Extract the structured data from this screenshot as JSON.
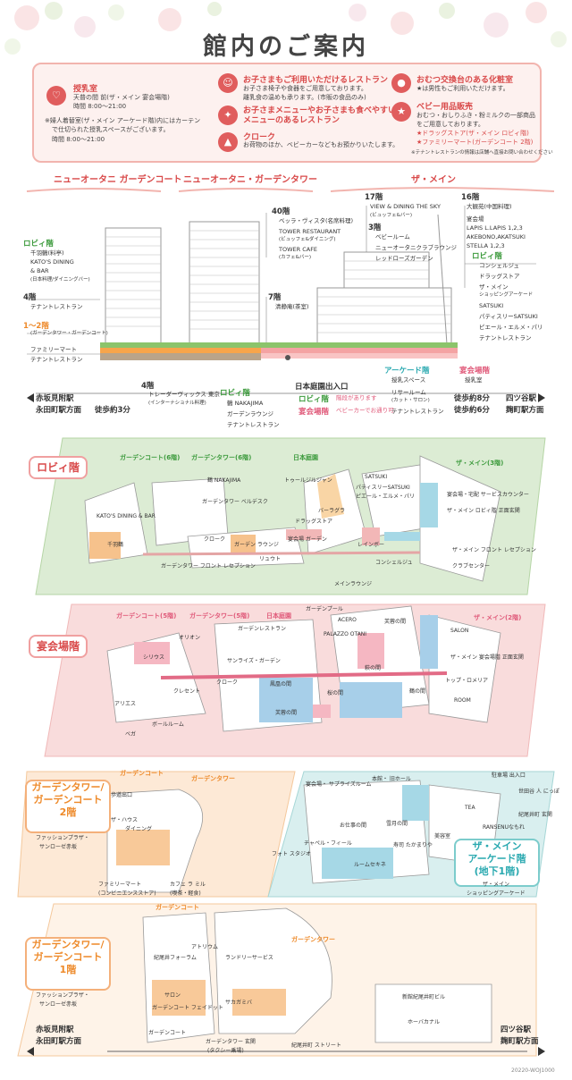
{
  "title": "館内のご案内",
  "info": {
    "nursing_title": "授乳室",
    "nursing_text1": "天普の間 前(ザ・メイン 宴会場階)",
    "nursing_text2": "時間 8:00～21:00",
    "nursing_text3": "※婦人着替室(ザ・メイン アーケード階)内にはカーテン",
    "nursing_text4": "で仕切られた授乳スペースがございます。",
    "nursing_text5": "時間 8:00～21:00",
    "kids_title": "お子さまもご利用いただけるレストラン",
    "kids_text1": "お子さま椅子や食器をご用意しております。",
    "kids_text2": "離乳食の温めも承ります。(市販の食品のみ)",
    "kidsmenu_title": "お子さまメニューやお子さまも食べやすい",
    "kidsmenu_title2": "メニューのあるレストラン",
    "cloak_title": "クローク",
    "cloak_text": "お荷物のほか、ベビーカーなどもお預かりいたします。",
    "diaper_title": "おむつ交換台のある化粧室",
    "diaper_text": "★は男性もご利用いただけます。",
    "baby_title": "ベビー用品販売",
    "baby_text1": "おむつ・おしりふき・粉ミルクの一部商品",
    "baby_text2": "をご用意しております。",
    "baby_text3": "★ドラッグストア(ザ・メイン ロビィ階)",
    "baby_text4": "★ファミリーマート(ガーデンコート 2階)",
    "note": "※テナントレストランの情報は店舗へ直接お問い合わせください"
  },
  "buildings": {
    "gardencourt": "ニューオータニ ガーデンコート",
    "gardentower": "ニューオータニ・ガーデンタワー",
    "main": "ザ・メイン"
  },
  "section": {
    "gc_lobby": "ロビィ階",
    "gc_lobby_items": [
      "千羽鶴(料亭)",
      "KATO'S DINING",
      "& BAR",
      "(日本料理/ダイニングバー)"
    ],
    "gc_4f": "4階",
    "gc_4f_item": "テナントレストラン",
    "gc_12f": "1～2階",
    "gc_12f_sub": "(ガーデンタワー・ガーデンコート)",
    "gc_12f_items": [
      "ファミリーマート",
      "テナントレストラン"
    ],
    "gt_40f": "40階",
    "gt_40f_items": [
      "ベッラ・ヴィスタ(名席料理)",
      "TOWER RESTAURANT",
      "(ビュッフェ&ダイニング)",
      "TOWER CAFE",
      "(カフェ&バー)"
    ],
    "gt_7f": "7階",
    "gt_7f_item": "清静庵(茶室)",
    "gt_4f": "4階",
    "gt_4f_items": [
      "トレーダーヴィックス 東京",
      "(インターナショナル料理)"
    ],
    "gt_lobby": "ロビィ階",
    "gt_lobby_items": [
      "鶴 NAKAJIMA",
      "ガーデンラウンジ",
      "テナントレストラン"
    ],
    "entrance": "日本庭園出入口",
    "m_17f": "17階",
    "m_17f_items": [
      "VIEW & DINING THE SKY",
      "(ビュッフェ&バー)"
    ],
    "m_16f": "16階",
    "m_16f_items": [
      "大観苑(中国料理)",
      "宴会場",
      "LAPIS L.LAPIS 1,2,3",
      "AKEBONO,AKATSUKI",
      "STELLA 1,2,3"
    ],
    "m_3f": "3階",
    "m_3f_items": [
      "ベビールーム",
      "ニューオータニクラブラウンジ",
      "レッドローズガーデン"
    ],
    "m_lobby": "ロビィ階",
    "m_lobby_items": [
      "コンシェルジュ",
      "ドラッグストア",
      "ザ・メイン",
      "ショッピングアーケード",
      "SATSUKI",
      "パティスリーSATSUKI",
      "ピエール・エルメ・パリ",
      "テナントレストラン"
    ],
    "m_arcade": "アーケード階",
    "m_arcade_items": [
      "授乳スペース",
      "リサールーム",
      "(カット・サロン)",
      "テナントレストラン"
    ],
    "m_banquet": "宴会場階",
    "m_banquet_item": "授乳室",
    "lobby_banquet": "ロビィ階",
    "lobby_banquet2": "宴会場階",
    "lobby_banquet_text": "階段があります",
    "lobby_banquet_text2": "ベビーカーでお通り可"
  },
  "walk": {
    "left1": "赤坂見附駅",
    "left2": "永田町駅方面",
    "left3": "徒歩約3分",
    "right1": "徒歩約8分",
    "right2": "徒歩約6分",
    "right3": "四ツ谷駅",
    "right4": "麹町駅方面"
  },
  "maps": {
    "lobby": {
      "title": "ロビィ階",
      "gc": "ガーデンコート(6階)",
      "gt": "ガーデンタワー(6階)",
      "jp": "日本庭園",
      "main": "ザ・メイン(3階)",
      "labels": [
        "KATO'S DINING & BAR",
        "千羽鶴",
        "鶴 NAKAJIMA",
        "ガーデンタワー ベルデスク",
        "トゥールジルジャン",
        "ドラッグストア",
        "宴会場・宅配 サービスカウンター",
        "ザ・メイン ロビィ階 正面玄関",
        "ガーデン ラウンジ",
        "クローク",
        "宴会場 ガーデン",
        "リュウト",
        "ガーデンタワー フロント レセプション",
        "バーラグラ",
        "SATSUKI",
        "パティスリーSATSUKI",
        "ピエール・エルメ・パリ",
        "コンシェルジュ",
        "ザ・メイン フロント レセプション",
        "クラブセンター",
        "メインラウンジ",
        "レインボー"
      ]
    },
    "banquet": {
      "title": "宴会場階",
      "gc": "ガーデンコート(5階)",
      "gt": "ガーデンタワー(5階)",
      "jp": "日本庭園",
      "main": "ザ・メイン(2階)",
      "labels": [
        "ガーデンプール",
        "ガーデンレストラン",
        "ACERO",
        "PALAZZO OTANI",
        "芙蓉の間",
        "SALON",
        "ザ・メイン 宴会場階 正面玄関",
        "シリウス",
        "サンライズ・ガーデン",
        "クローク",
        "鳳凰の間",
        "桜の間",
        "萩の間",
        "鶴の間",
        "ROOM",
        "アリエス",
        "芙蓉の間",
        "ボールルーム",
        "クレセント",
        "トップ・ロメリア",
        "オリオン",
        "ベガ"
      ]
    },
    "gc2f": {
      "title1": "ガーデンタワー/",
      "title2": "ガーデンコート",
      "title3": "2階",
      "sub1": "ファッションプラザ・",
      "sub2": "サンローゼ赤坂",
      "gc": "ガーデンコート",
      "gt": "ガーデンタワー",
      "labels": [
        "歩道出口",
        "ザ・ハウス",
        "ダイニング",
        "ファミリーマート",
        "(コンビニエンスストア)",
        "カフェ ラ ミル",
        "(喫茶・軽食)"
      ]
    },
    "arcade": {
      "title1": "ザ・メイン",
      "title2": "アーケード階",
      "title3": "(地下1階)",
      "sub1": "ザ・メイン",
      "sub2": "ショッピングアーケード",
      "labels": [
        "宴会場・ サプライズルーム",
        "本館・ 旧ホール",
        "駐車場 出入口",
        "世田谷 人 にっぽ",
        "紀尾井町 玄関",
        "TEA",
        "フォト スタジオ",
        "チャペル・フィール",
        "雪月の間",
        "ルームセキネ",
        "美容室",
        "寿司 たかまりや",
        "RANSENUなもれ",
        "お仕事の間"
      ]
    },
    "gc1f": {
      "title1": "ガーデンタワー/",
      "title2": "ガーデンコート",
      "title3": "1階",
      "sub1": "ファッションプラザ・",
      "sub2": "サンローゼ赤坂",
      "gc": "ガーデンコート",
      "gt": "ガーデンタワー",
      "labels": [
        "アトリウム",
        "紀尾井フォーラム",
        "ランドリーサービス",
        "サロン",
        "ガーデンコート フェイドット",
        "サカガミバ",
        "ガーデンコート",
        "ガーデンタワー 玄関",
        "(タクシー乗場)",
        "紀尾井町 ストリート",
        "新館紀尾井町ビル",
        "ホーバカナル"
      ]
    }
  },
  "bottom": {
    "left1": "赤坂見附駅",
    "left2": "永田町駅方面",
    "right1": "四ツ谷駅",
    "right2": "麹町駅方面",
    "code": "20220-WOJ1000"
  },
  "colors": {
    "accent": "#e05d5d",
    "lobby_band": "#dcecd4",
    "banquet_band": "#f9dcdc",
    "gc_band": "#fde9d6",
    "arcade_band": "#d9efef"
  }
}
